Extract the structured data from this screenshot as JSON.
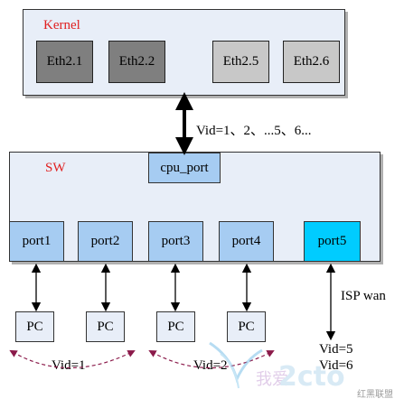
{
  "kernel": {
    "title": "Kernel",
    "interfaces": [
      "Eth2.1",
      "Eth2.2",
      "Eth2.5",
      "Eth2.6"
    ]
  },
  "link_label": "Vid=1、2、...5、6...",
  "switch": {
    "title": "SW",
    "cpu_port": "cpu_port",
    "ports": [
      "port1",
      "port2",
      "port3",
      "port4",
      "port5"
    ]
  },
  "hosts": [
    "PC",
    "PC",
    "PC",
    "PC"
  ],
  "uplink_label": "ISP wan",
  "vlan_labels": {
    "group1": "Vid=1",
    "group2": "Vid=2",
    "wan_a": "Vid=5",
    "wan_b": "Vid=6"
  },
  "watermark": {
    "text_cn": "我爱",
    "text_2cto": "2cto",
    "text_cn2": "红黑联盟"
  },
  "colors": {
    "kernel_bg": "#e8eef8",
    "eth_dark": "#7f7f7f",
    "eth_light": "#c8c8c8",
    "port": "#a6ccf2",
    "port_highlight": "#00ccff",
    "title_red": "#e02020",
    "vlan_arc": "#8b1a4a"
  }
}
